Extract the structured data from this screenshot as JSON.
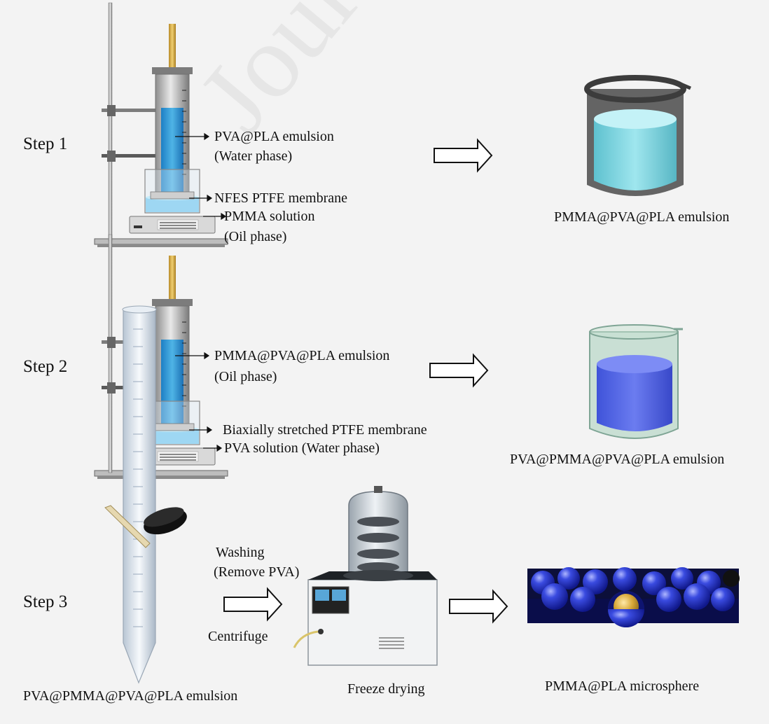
{
  "watermark": "Journal Pre",
  "steps": {
    "step1": "Step 1",
    "step2": "Step 2",
    "step3": "Step 3"
  },
  "step1": {
    "label_water_1": "PVA@PLA emulsion",
    "label_water_2": "(Water phase)",
    "label_membrane": "NFES PTFE membrane",
    "label_oil_1": "PMMA solution",
    "label_oil_2": "(Oil phase)",
    "product": "PMMA@PVA@PLA emulsion"
  },
  "step2": {
    "label_oil_1": "PMMA@PVA@PLA emulsion",
    "label_oil_2": "(Oil phase)",
    "label_membrane": "Biaxially  stretched PTFE membrane",
    "label_water": "PVA solution (Water phase)",
    "product": "PVA@PMMA@PVA@PLA emulsion"
  },
  "step3": {
    "washing_1": "Washing",
    "washing_2": "(Remove PVA)",
    "centrifuge": "Centrifuge",
    "tube_caption": "PVA@PMMA@PVA@PLA emulsion",
    "dryer_caption": "Freeze drying",
    "product": "PMMA@PLA microsphere"
  },
  "colors": {
    "emulsion_cyan": "#7fd4e0",
    "emulsion_blue": "#5c6ee6",
    "sphere_blue": "#2f3fd6",
    "core_gold": "#d9a93a"
  }
}
